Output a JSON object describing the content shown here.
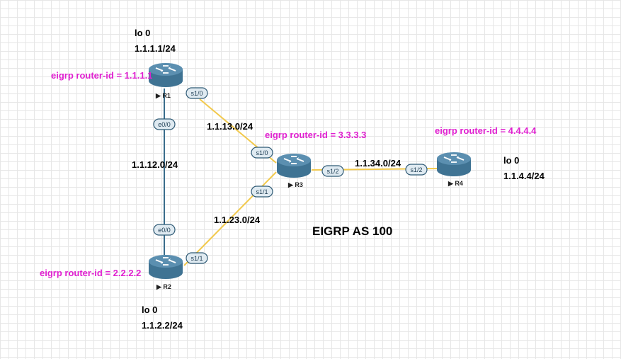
{
  "title": "EIGRP AS 100",
  "colors": {
    "serial_link": "#f2c94c",
    "ethernet_link": "#3a6d8c",
    "router_body": "#3f7393",
    "router_top": "#5b8fb0",
    "router_id_text": "#e020d0",
    "interface_fill": "#dfeaf1",
    "interface_stroke": "#2f5a75"
  },
  "routers": [
    {
      "name": "R1",
      "router_id": "eigrp router-id = 1.1.1.1",
      "loopback_name": "lo 0",
      "loopback_addr": "1.1.1.1/24",
      "icon": "router-icon"
    },
    {
      "name": "R2",
      "router_id": "eigrp router-id = 2.2.2.2",
      "loopback_name": "lo 0",
      "loopback_addr": "1.1.2.2/24",
      "icon": "router-icon"
    },
    {
      "name": "R3",
      "router_id": "eigrp router-id = 3.3.3.3",
      "icon": "router-icon"
    },
    {
      "name": "R4",
      "router_id": "eigrp router-id = 4.4.4.4",
      "loopback_name": "lo 0",
      "loopback_addr": "1.1.4.4/24",
      "icon": "router-icon"
    }
  ],
  "links": [
    {
      "network": "1.1.12.0/24",
      "type": "ethernet",
      "if_a": "e0/0",
      "if_b": "e0/0"
    },
    {
      "network": "1.1.13.0/24",
      "type": "serial",
      "if_a": "s1/0",
      "if_b": "s1/0"
    },
    {
      "network": "1.1.23.0/24",
      "type": "serial",
      "if_a": "s1/1",
      "if_b": "s1/1"
    },
    {
      "network": "1.1.34.0/24",
      "type": "serial",
      "if_a": "s1/2",
      "if_b": "s1/2"
    }
  ]
}
